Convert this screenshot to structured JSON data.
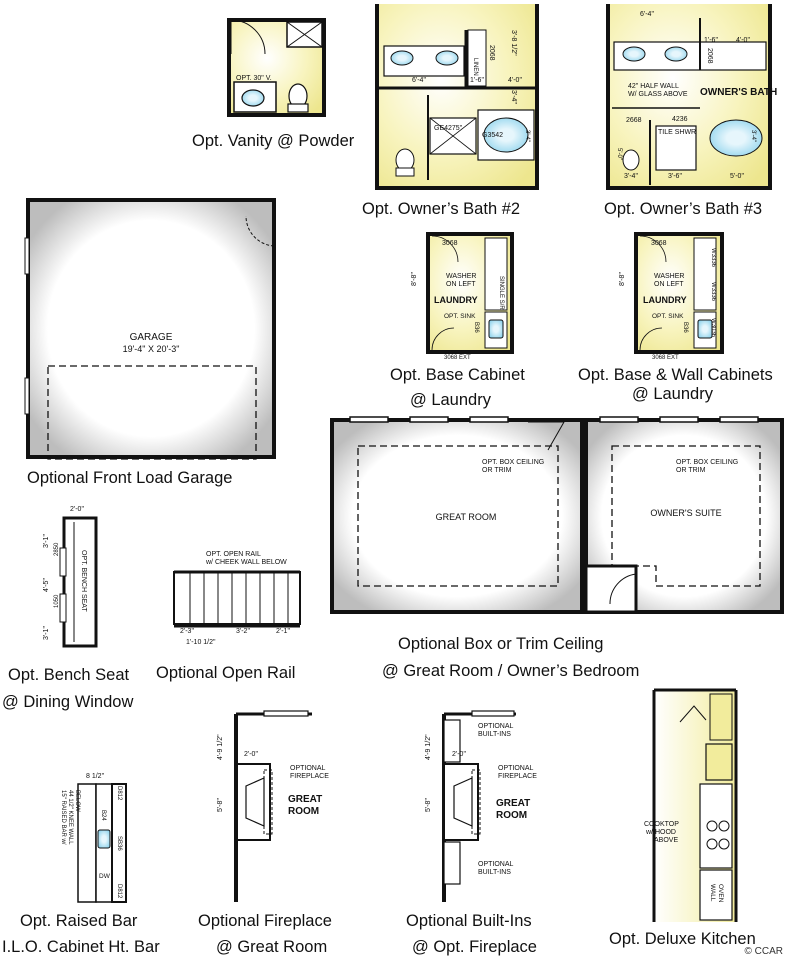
{
  "captions": {
    "powder": "Opt. Vanity @ Powder",
    "bath2": "Opt. Owner’s Bath #2",
    "bath3": "Opt. Owner’s Bath #3",
    "garage": "Optional Front Load Garage",
    "laundry1_line1": "Opt. Base Cabinet",
    "laundry1_line2": "@ Laundry",
    "laundry2_line1": "Opt. Base & Wall Cabinets",
    "laundry2_line2": "@ Laundry",
    "ceiling_line1": "Optional Box or Trim Ceiling",
    "ceiling_line2": "@ Great Room / Owner’s Bedroom",
    "bench_line1": "Opt. Bench Seat",
    "bench_line2": "@ Dining Window",
    "rail": "Optional Open Rail",
    "bar_line1": "Opt. Raised Bar",
    "bar_line2": "I.L.O. Cabinet Ht. Bar",
    "fireplace_line1": "Optional Fireplace",
    "fireplace_line2": "@ Great Room",
    "builtins_line1": "Optional Built-Ins",
    "builtins_line2": "@ Opt. Fireplace",
    "kitchen": "Opt. Deluxe Kitchen"
  },
  "credit": "© CCAR",
  "labels": {
    "powder_vanity": "OPT. 30\" V.",
    "linen": "LINEN",
    "dim_6_4": "6'-4\"",
    "dim_1_6": "1'-6\"",
    "dim_4_0": "4'-0\"",
    "dim_3_4": "3'-4\"",
    "dim_3_8": "3'-8 1/2\"",
    "dim_5_0": "5'-0\"",
    "dim_3_6": "3'-6\"",
    "door_2068": "2068",
    "door_2668": "2668",
    "shower_ge": "GE4275\"",
    "tub_g": "G3542",
    "half_wall_1": "42\" HALF WALL",
    "half_wall_2": "W/ GLASS ABOVE",
    "owners_bath": "OWNER'S BATH",
    "tile_shwr": "TILE SHWR",
    "size_4236": "4236",
    "door_3068": "3068",
    "washer_1": "WASHER",
    "washer_2": "ON LEFT",
    "laundry": "LAUNDRY",
    "single_s_r": "SINGLE S/R",
    "opt_sink": "OPT. SINK",
    "b36": "B36",
    "w3336": "W3336",
    "w3036": "W3036",
    "ext_3068": "3068 EXT",
    "dim_8_8": "8'-8\"",
    "garage": "GARAGE",
    "garage_size": "19'-4\" X 20'-3\"",
    "box_ceiling_1": "OPT. BOX CEILING",
    "box_ceiling_2": "OR TRIM",
    "great_room": "GREAT ROOM",
    "owners_suite": "OWNER'S SUITE",
    "dim_2_0": "2'-0\"",
    "dim_3_1": "3'-1\"",
    "dim_4_5": "4'-5\"",
    "win_2850": "2850",
    "win_1050": "1050",
    "opt_bench_seat": "OPT. BENCH SEAT",
    "rail_1": "OPT. OPEN RAIL",
    "rail_2": "w/ CHEEK WALL BELOW",
    "dim_2_3": "2'-3\"",
    "dim_3_2": "3'-2\"",
    "dim_2_1": "2'-1\"",
    "dim_1_10": "1'-10 1/2\"",
    "dim_8_1_2": "8 1/2\"",
    "bar_note_1": "15\" RAISED BAR w/",
    "bar_note_2": "44 1/2\" KNEE WALL",
    "bar_note_3": "BELOW",
    "d812": "D812",
    "b24": "B24",
    "sb36": "SB36",
    "dw": "DW",
    "dim_4_9": "4'-9 1/2\"",
    "dim_5_8": "5'-8\"",
    "opt_fireplace_1": "OPTIONAL",
    "opt_fireplace_2": "FIREPLACE",
    "great_1": "GREAT",
    "great_2": "ROOM",
    "builtins_1": "OPTIONAL",
    "builtins_2": "BUILT-INS",
    "cooktop_1": "COOKTOP",
    "cooktop_2": "w/ HOOD",
    "cooktop_3": "ABOVE",
    "wall_oven_1": "WALL",
    "wall_oven_2": "OVEN"
  },
  "colors": {
    "fixture_yellow": "#f4f0a6",
    "fixture_blue": "#a9dff0",
    "wall": "#111111"
  }
}
